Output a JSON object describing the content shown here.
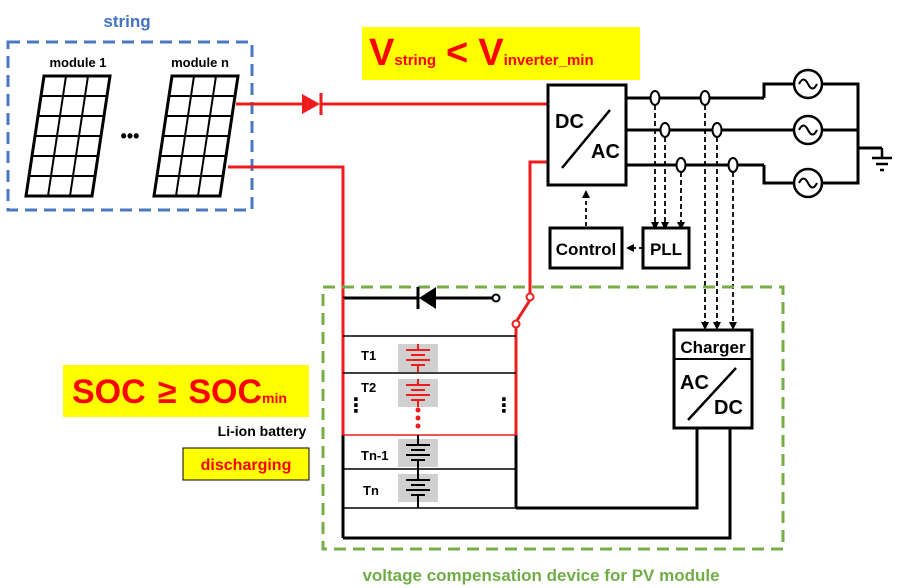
{
  "string_group": {
    "title": "string",
    "module_first": "module 1",
    "module_last": "module n",
    "ellipsis": "•••"
  },
  "condition_top": {
    "v": "V",
    "sub_string": "string",
    "op": "<",
    "sub_inverter": "inverter_min"
  },
  "inverter": {
    "dc": "DC",
    "ac": "AC"
  },
  "control_label": "Control",
  "pll_label": "PLL",
  "charger": {
    "title": "Charger",
    "ac": "AC",
    "dc": "DC"
  },
  "condition_bottom": {
    "soc": "SOC",
    "op": "≥",
    "soc2": "SOC",
    "sub_min": "min"
  },
  "battery": {
    "type_label": "Li-ion battery",
    "state_label": "discharging",
    "cells": [
      "T1",
      "T2",
      "Tn-1",
      "Tn"
    ],
    "vdots": "⋮"
  },
  "device_caption": "voltage compensation device for PV module",
  "colors": {
    "blue_dash": "#4a78c0",
    "green_dash": "#77ad47",
    "red_line": "#ee1c1c",
    "highlight": "#ffff00",
    "title_blue": "#4472c4",
    "caption_green": "#70ad47"
  }
}
